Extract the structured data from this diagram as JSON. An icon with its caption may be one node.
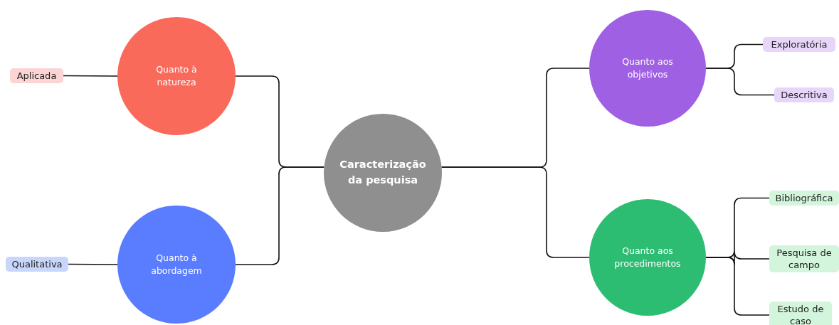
{
  "diagram": {
    "nodes": [
      {
        "text": [
          "Caracterização da pesquisa"
        ]
      },
      {
        "text": [
          "Quanto à natureza"
        ]
      },
      {
        "text": [
          "Quanto à abordagem"
        ]
      },
      {
        "text": [
          "Quanto aos objetivos"
        ]
      },
      {
        "text": [
          "Quanto aos procedimentos"
        ]
      },
      {
        "text": [
          "Aplicada"
        ]
      },
      {
        "text": [
          "Qualitativa"
        ]
      },
      {
        "text": [
          "Exploratória"
        ]
      },
      {
        "text": [
          "Descritiva"
        ]
      },
      {
        "text": [
          "Bibliográfica"
        ]
      },
      {
        "text": [
          "Pesquisa de campo"
        ]
      },
      {
        "text": [
          "Estudo de caso"
        ]
      }
    ],
    "edges": [
      {
        "from": 0,
        "to": 1,
        "arrow": "none"
      },
      {
        "from": 0,
        "to": 2,
        "arrow": "none"
      },
      {
        "from": 0,
        "to": 3,
        "arrow": "none"
      },
      {
        "from": 0,
        "to": 4,
        "arrow": "none"
      },
      {
        "from": 1,
        "to": 5,
        "arrow": "none"
      },
      {
        "from": 2,
        "to": 6,
        "arrow": "none"
      },
      {
        "from": 3,
        "to": 7,
        "arrow": "none"
      },
      {
        "from": 3,
        "to": 8,
        "arrow": "none"
      },
      {
        "from": 4,
        "to": 9,
        "arrow": "none"
      },
      {
        "from": 4,
        "to": 10,
        "arrow": "none"
      },
      {
        "from": 4,
        "to": 11,
        "arrow": "none"
      }
    ]
  }
}
